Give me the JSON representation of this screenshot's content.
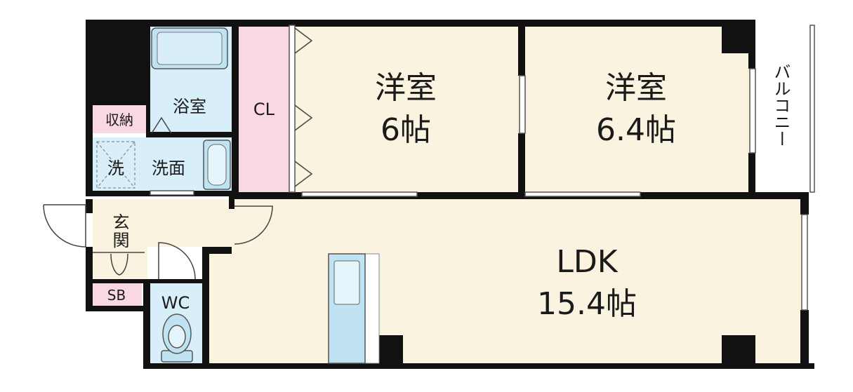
{
  "rooms": {
    "western_room_1": {
      "name": "洋室",
      "size": "6帖"
    },
    "western_room_2": {
      "name": "洋室",
      "size": "6.4帖"
    },
    "ldk": {
      "name": "LDK",
      "size": "15.4帖"
    },
    "closet": "CL",
    "bathroom": "浴室",
    "washroom": "洗面",
    "washer": "洗",
    "storage": "収納",
    "entrance": "玄関",
    "shoe_box": "SB",
    "toilet": "WC",
    "balcony": "バルコニー"
  },
  "colors": {
    "floor": "#faf3e0",
    "wet_area": "#d8eef8",
    "closet": "#f9d7e3",
    "wall": "#111111",
    "fixture": "#bfe3f2"
  }
}
